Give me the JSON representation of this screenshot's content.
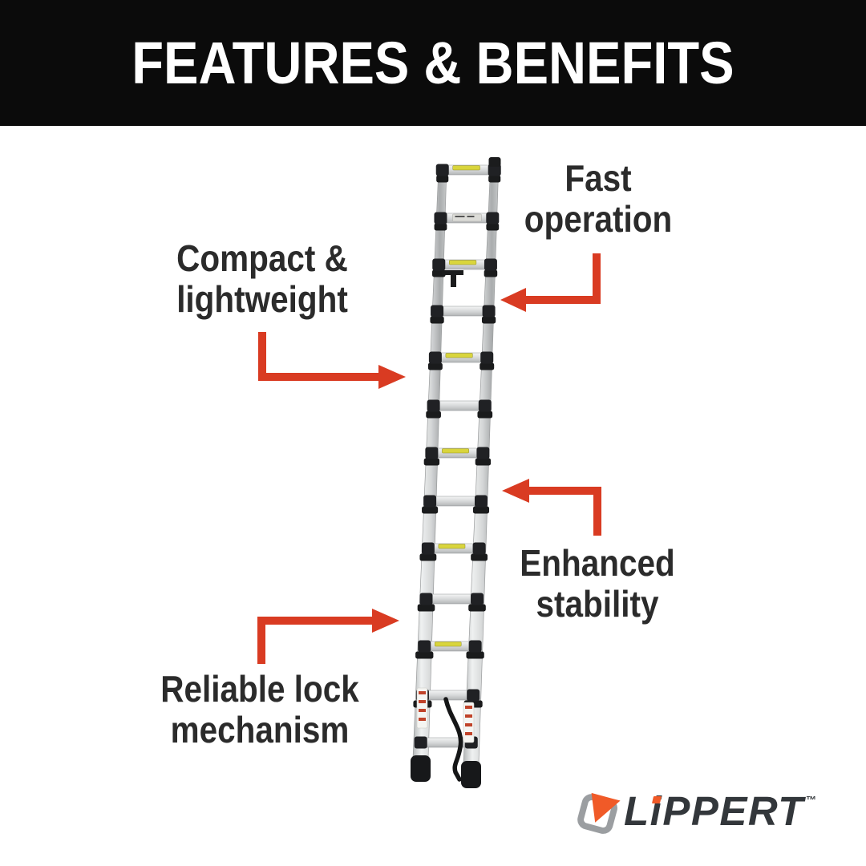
{
  "header": {
    "title": "FEATURES & BENEFITS"
  },
  "callouts": {
    "fast_operation": {
      "line1": "Fast",
      "line2": "operation"
    },
    "compact_lightweight": {
      "line1": "Compact &",
      "line2": "lightweight"
    },
    "enhanced_stability": {
      "line1": "Enhanced",
      "line2": "stability"
    },
    "reliable_lock": {
      "line1": "Reliable lock",
      "line2": "mechanism"
    }
  },
  "logo": {
    "wordmark_l": "L",
    "wordmark_i": "i",
    "wordmark_rest": "PPERT",
    "trademark": "™"
  },
  "colors": {
    "arrow_red": "#d93b22",
    "header_bg": "#0b0b0b",
    "headline_text": "#ffffff",
    "text_dark": "#2b2b2b",
    "label_yellow": "#d9d53c",
    "logo_orange": "#f05a28",
    "logo_gray": "#9b9ea1",
    "logo_text": "#33373b"
  }
}
